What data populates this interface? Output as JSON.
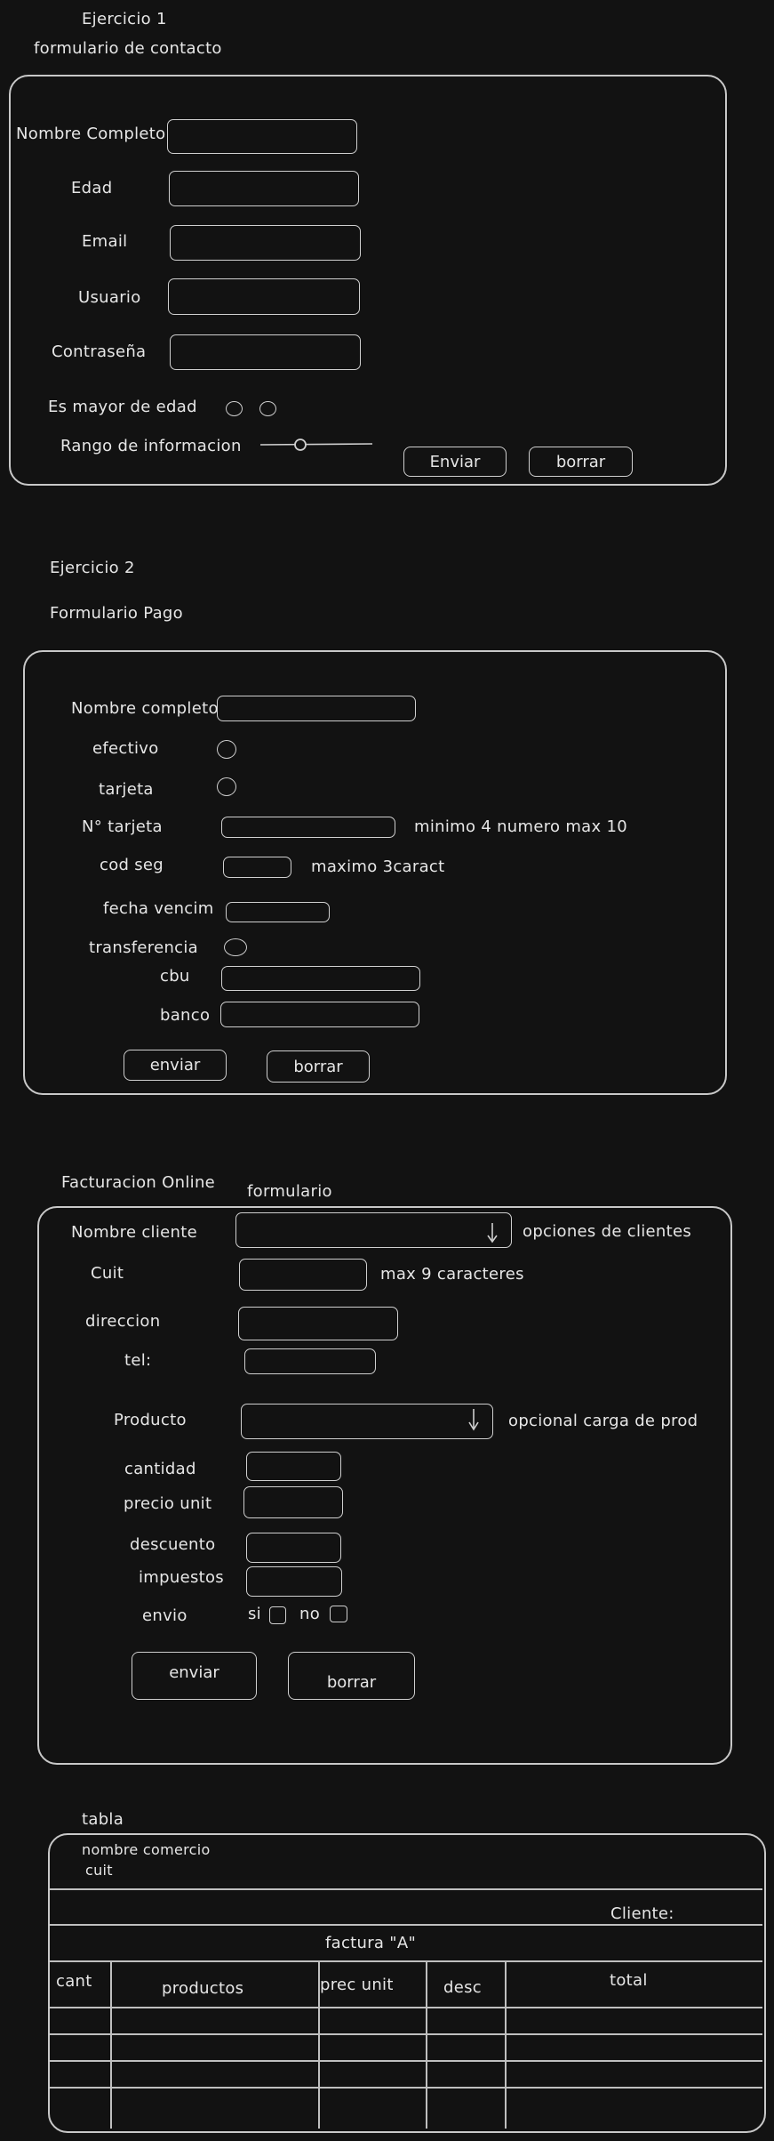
{
  "ex1": {
    "heading": "Ejercicio 1",
    "subheading": "formulario de contacto",
    "labels": {
      "nombre": "Nombre Completo",
      "edad": "Edad",
      "email": "Email",
      "usuario": "Usuario",
      "password": "Contraseña",
      "mayor": "Es mayor de edad",
      "rango": "Rango de informacion"
    },
    "buttons": {
      "enviar": "Enviar",
      "borrar": "borrar"
    }
  },
  "ex2": {
    "heading": "Ejercicio 2",
    "subheading": "Formulario Pago",
    "labels": {
      "nombre": "Nombre completo",
      "efectivo": "efectivo",
      "tarjeta": "tarjeta",
      "num_tarjeta": "N° tarjeta",
      "cod_seg": "cod seg",
      "fecha": "fecha vencim",
      "transferencia": "transferencia",
      "cbu": "cbu",
      "banco": "banco"
    },
    "notes": {
      "num_tarjeta": "minimo 4 numero max 10",
      "cod_seg": "maximo 3caract"
    },
    "buttons": {
      "enviar": "enviar",
      "borrar": "borrar"
    }
  },
  "ex3": {
    "heading": "Facturacion Online",
    "subheading": "formulario",
    "labels": {
      "cliente": "Nombre cliente",
      "cuit": "Cuit",
      "direccion": "direccion",
      "tel": "tel:",
      "producto": "Producto",
      "cantidad": "cantidad",
      "precio": "precio unit",
      "descuento": "descuento",
      "impuestos": "impuestos",
      "envio": "envio",
      "si": "si",
      "no": "no"
    },
    "notes": {
      "cliente": "opciones de clientes",
      "cuit": "max 9 caracteres",
      "producto": "opcional carga de prod"
    },
    "buttons": {
      "enviar": "enviar",
      "borrar": "borrar"
    }
  },
  "tabla": {
    "heading": "tabla",
    "comercio": "nombre comercio",
    "cuit": "cuit",
    "cliente": "Cliente:",
    "factura": "factura \"A\"",
    "columns": [
      "cant",
      "productos",
      "prec unit",
      "desc",
      "total"
    ],
    "empty_rows": 4
  }
}
